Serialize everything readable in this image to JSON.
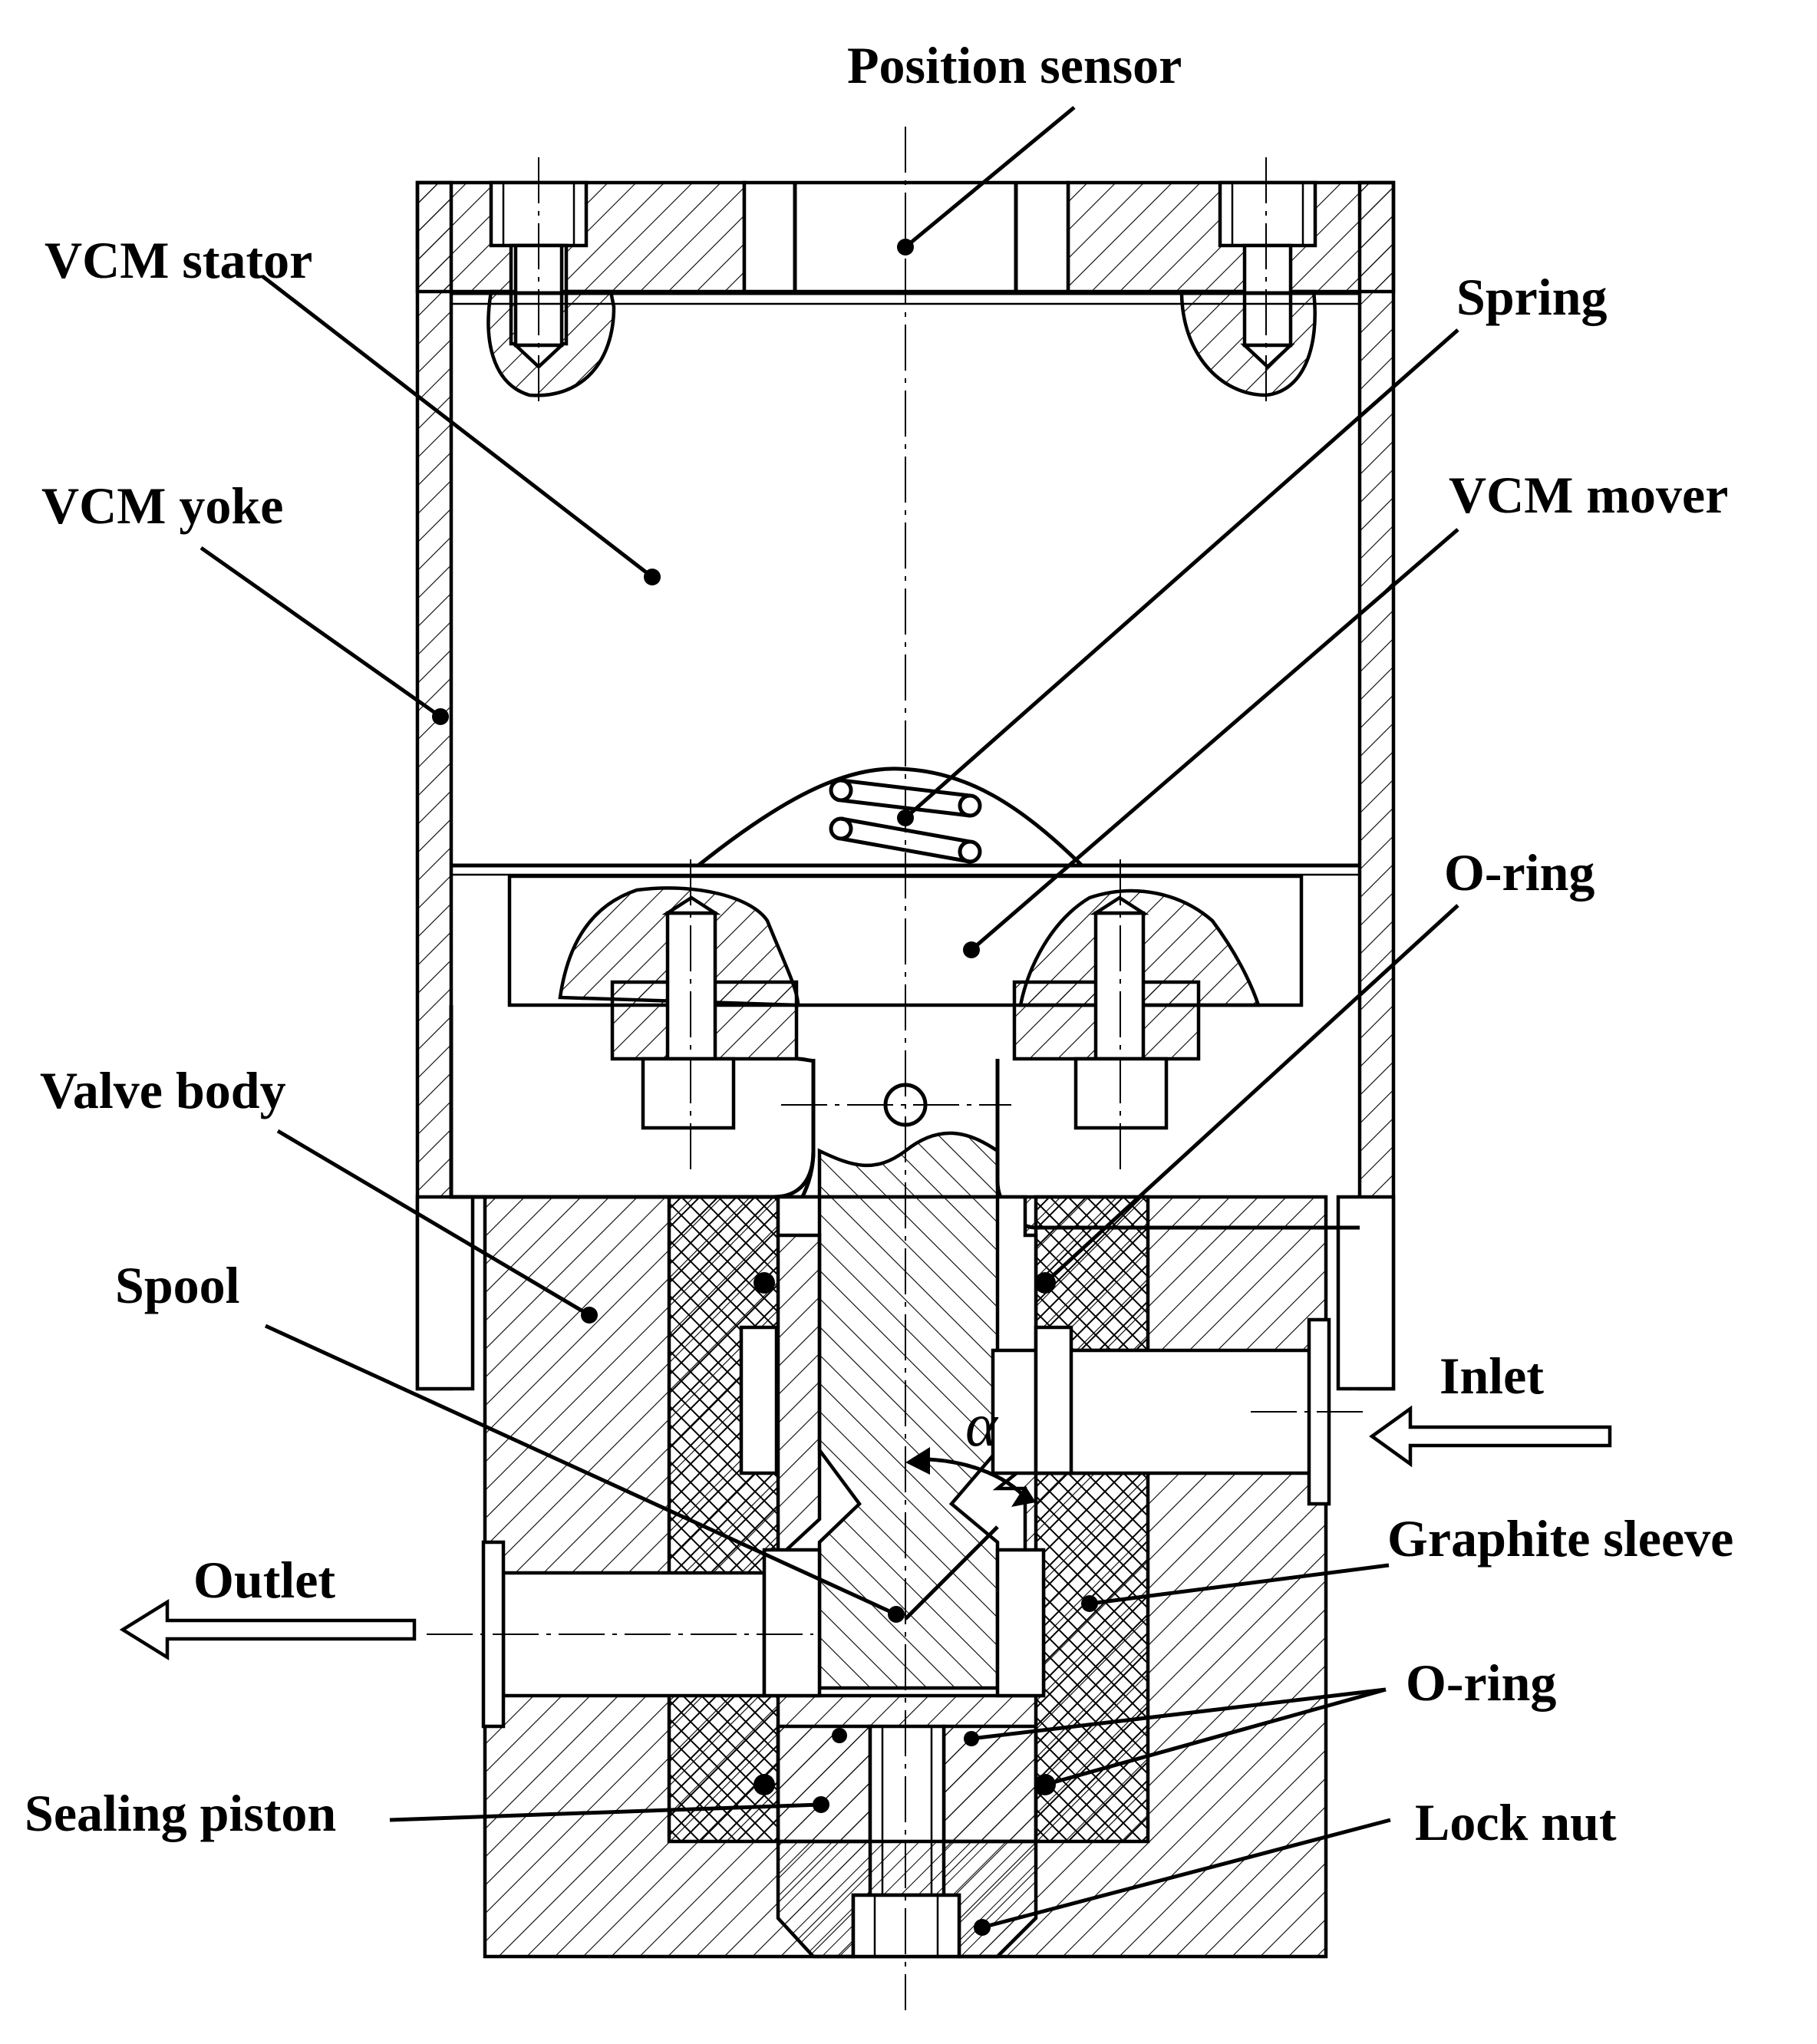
{
  "labels": {
    "position_sensor": "Position sensor",
    "vcm_stator": "VCM stator",
    "spring": "Spring",
    "vcm_yoke": "VCM yoke",
    "vcm_mover": "VCM mover",
    "o_ring_top": "O-ring",
    "valve_body": "Valve body",
    "spool": "Spool",
    "inlet": "Inlet",
    "alpha": "α",
    "graphite_sleeve": "Graphite sleeve",
    "outlet": "Outlet",
    "o_ring_bottom": "O-ring",
    "sealing_piston": "Sealing piston",
    "lock_nut": "Lock nut"
  },
  "colors": {
    "ink": "#000000",
    "background": "#ffffff"
  }
}
